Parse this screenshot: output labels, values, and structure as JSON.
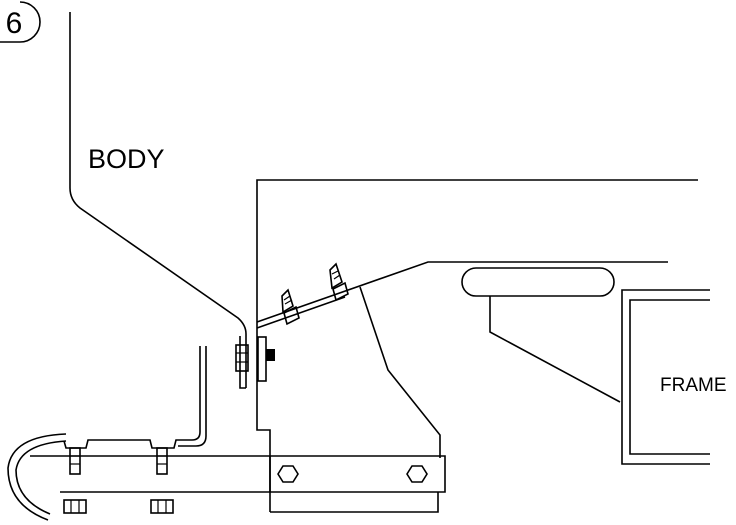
{
  "diagram": {
    "step_number": "6",
    "labels": {
      "body": "BODY",
      "frame": "FRAME"
    }
  }
}
